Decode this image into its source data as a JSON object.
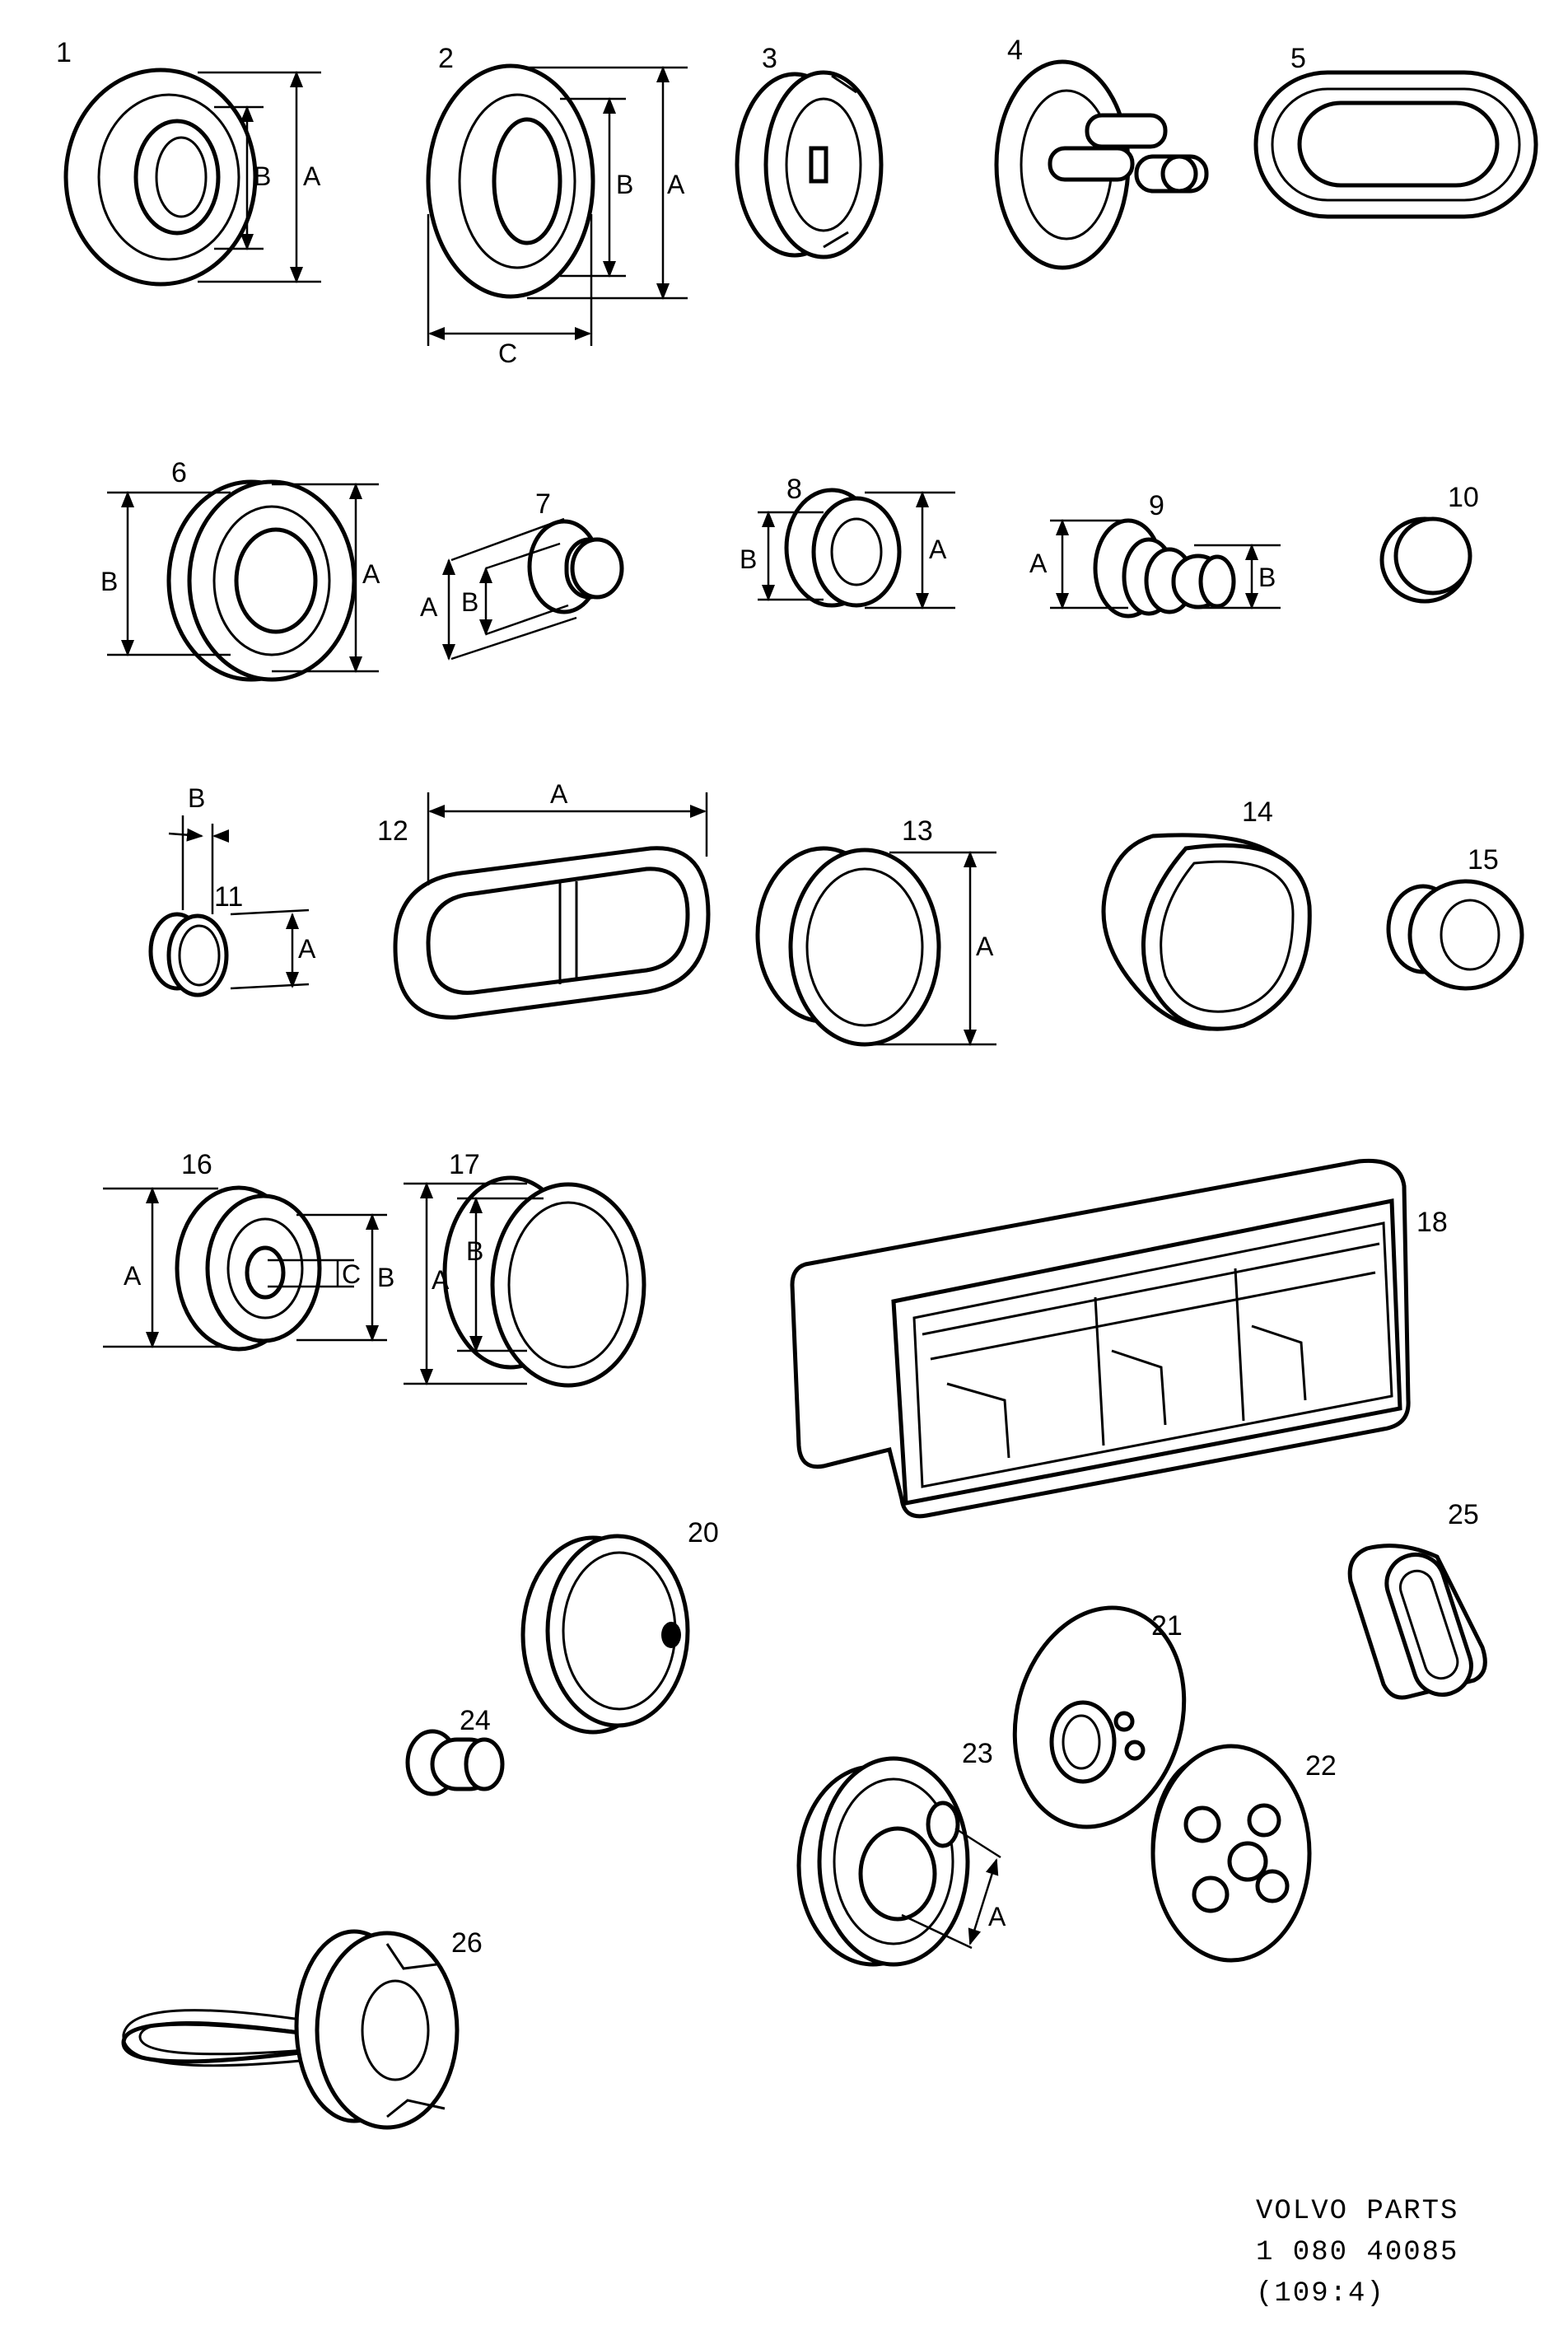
{
  "part_numbers": [
    "1",
    "2",
    "3",
    "4",
    "5",
    "6",
    "7",
    "8",
    "9",
    "10",
    "11",
    "12",
    "13",
    "14",
    "15",
    "16",
    "17",
    "18",
    "20",
    "21",
    "22",
    "23",
    "24",
    "25",
    "26"
  ],
  "dimension_labels": {
    "a": "A",
    "b": "B",
    "c": "C"
  },
  "footer": {
    "line1": "VOLVO PARTS",
    "line2": "1 080 40085",
    "line3": "(109:4)"
  }
}
